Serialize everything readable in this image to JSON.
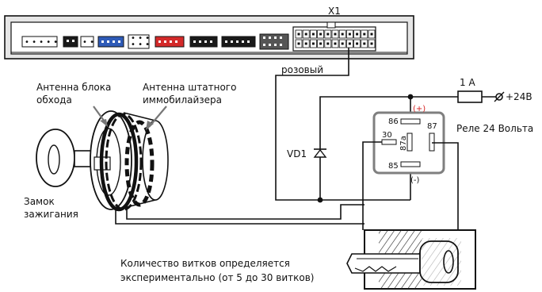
{
  "connector": {
    "label": "X1"
  },
  "wire_color_label": "розовый",
  "labels": {
    "antenna_bypass_line1": "Антенна блока",
    "antenna_bypass_line2": "обхода",
    "antenna_immo_line1": "Антенна штатного",
    "antenna_immo_line2": "иммобилайзера",
    "ignition_line1": "Замок",
    "ignition_line2": "зажигания",
    "diode": "VD1",
    "fuse": "1 А",
    "supply": "+24В",
    "relay": "Реле 24 Вольта",
    "note_line1": "Количество витков определяется",
    "note_line2": "экспериментально (от 5 до 30 витков)"
  },
  "relay_pins": {
    "p86": "86",
    "p87": "87",
    "p87a": "87a",
    "p30": "30",
    "p85": "85",
    "plus": "(+)",
    "minus": "(-)"
  },
  "colors": {
    "plus_sign": "#d42020",
    "relay_outline": "#7f7f7f",
    "block_blue": "#2e5bb8",
    "block_red": "#d42a2a",
    "block_dark": "#1a1a1a"
  }
}
